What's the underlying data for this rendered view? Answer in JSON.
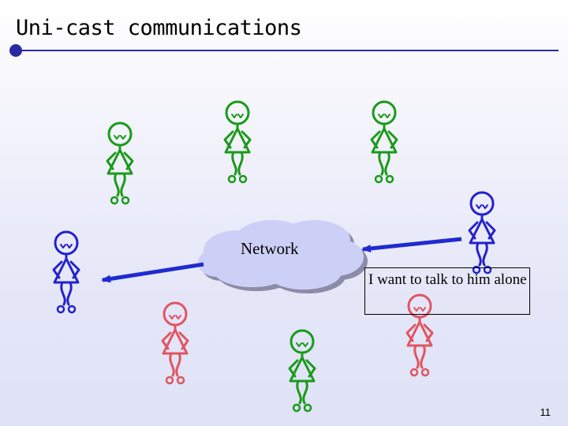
{
  "slide": {
    "title": "Uni-cast communications",
    "page_number": "11",
    "network_label": "Network",
    "callout_text": "I want to talk to him alone"
  },
  "colors": {
    "title_rule": "#2a2aa0",
    "group_member": "#1a9a1a",
    "sender": "#2222cc",
    "receiver": "#2222cc",
    "non_member": "#e05560",
    "arrow": "#1f2bd0",
    "cloud_fill": "#ccd0f6",
    "cloud_shadow": "#8c8ca8"
  },
  "people": [
    {
      "role": "group-member",
      "color_key": "group_member"
    },
    {
      "role": "group-member",
      "color_key": "group_member"
    },
    {
      "role": "group-member",
      "color_key": "group_member"
    },
    {
      "role": "receiver",
      "color_key": "receiver"
    },
    {
      "role": "sender",
      "color_key": "sender"
    },
    {
      "role": "non-member",
      "color_key": "non_member"
    },
    {
      "role": "group-member",
      "color_key": "group_member"
    },
    {
      "role": "non-member",
      "color_key": "non_member"
    }
  ]
}
